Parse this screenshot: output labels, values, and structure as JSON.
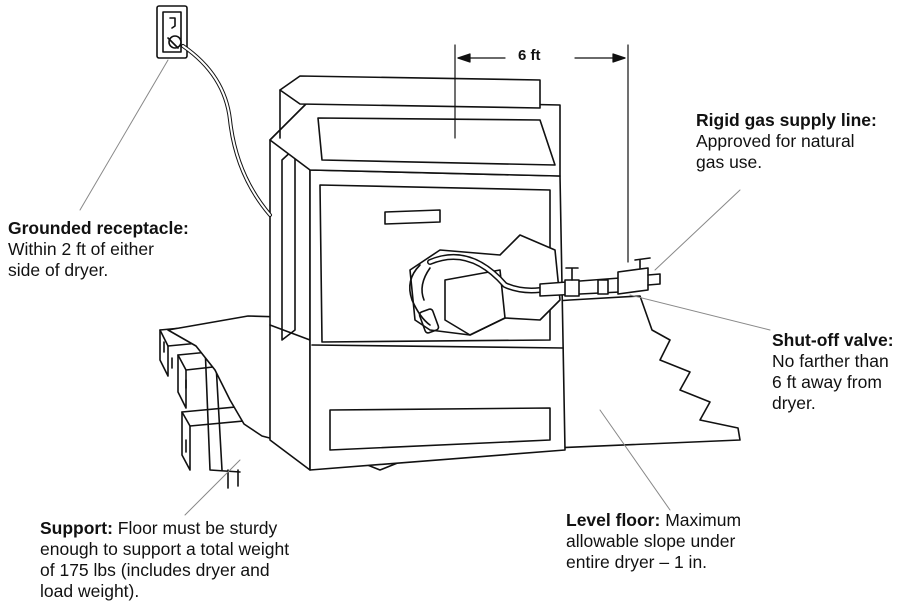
{
  "dimension": {
    "label": "6 ft"
  },
  "callouts": {
    "gas_line": {
      "title": "Rigid gas supply line:",
      "lines": [
        "Approved for natural",
        "gas use."
      ]
    },
    "receptacle": {
      "title": "Grounded receptacle:",
      "lines": [
        "Within 2 ft of either",
        "side of dryer."
      ]
    },
    "valve": {
      "title": "Shut-off valve:",
      "lines": [
        "No farther than",
        "6 ft away from",
        "dryer."
      ]
    },
    "support": {
      "title": "Support:",
      "lines": [
        " Floor must be sturdy",
        "enough to support a total weight",
        "of 175 lbs (includes dryer and",
        "load weight)."
      ]
    },
    "floor": {
      "title": "Level floor:",
      "lines": [
        " Maximum",
        "allowable slope under",
        "entire dryer –  1 in."
      ]
    }
  }
}
